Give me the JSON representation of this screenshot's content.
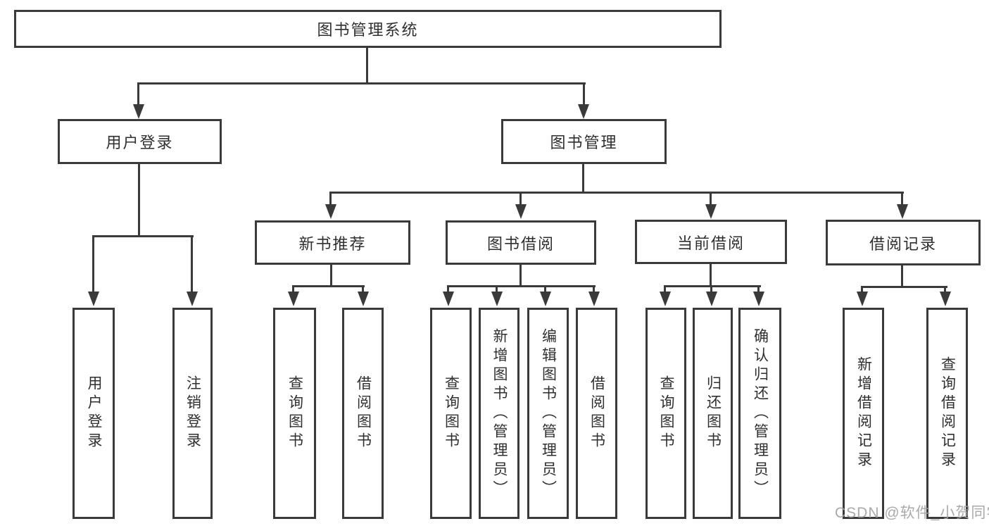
{
  "tree": {
    "root": {
      "label": "图书管理系统"
    },
    "branches": [
      {
        "label": "用户登录",
        "children": [
          {
            "label": "用户登录"
          },
          {
            "label": "注销登录"
          }
        ]
      },
      {
        "label": "图书管理",
        "groups": [
          {
            "label": "新书推荐",
            "children": [
              {
                "label": "查询图书"
              },
              {
                "label": "借阅图书"
              }
            ]
          },
          {
            "label": "图书借阅",
            "children": [
              {
                "label": "查询图书"
              },
              {
                "label": "新增图书（管理员）"
              },
              {
                "label": "编辑图书（管理员）"
              },
              {
                "label": "借阅图书"
              }
            ]
          },
          {
            "label": "当前借阅",
            "children": [
              {
                "label": "查询图书"
              },
              {
                "label": "归还图书"
              },
              {
                "label": "确认归还（管理员）"
              }
            ]
          },
          {
            "label": "借阅记录",
            "children": [
              {
                "label": "新增借阅记录"
              },
              {
                "label": "查询借阅记录"
              }
            ]
          }
        ]
      }
    ]
  },
  "watermark": {
    "text": "CSDN @软件_小贺同学"
  },
  "colors": {
    "line": "#3a3a3a",
    "text": "#2f2f2f",
    "background": "#ffffff",
    "watermark": "#a3a3a3"
  }
}
